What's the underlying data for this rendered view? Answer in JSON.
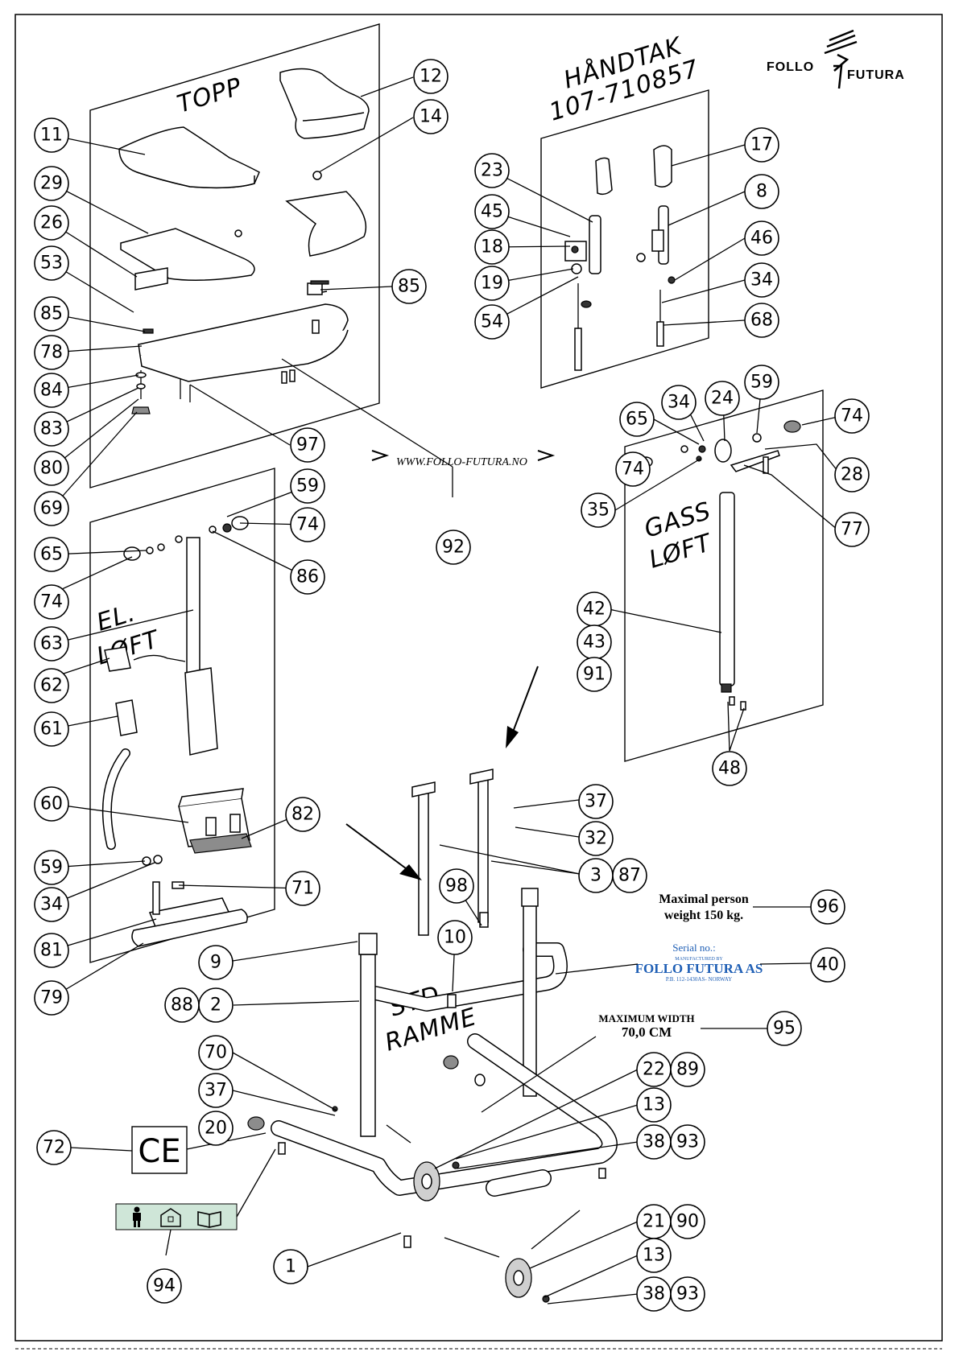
{
  "logo": {
    "left": "FOLLO",
    "right": "FUTURA"
  },
  "website": "WWW.FOLLO-FUTURA.NO",
  "sections": {
    "top": "TOPP",
    "handles_title": "HÅNDTAK",
    "handles_code": "107-710857",
    "gas_1": "GASS",
    "gas_2": "LØFT",
    "el_1": "EL.",
    "el_2": "LØFT",
    "frame_1": "STD.",
    "frame_2": "RAMME"
  },
  "labels": {
    "weight_1": "Maximal person",
    "weight_2": "weight 150 kg.",
    "width_1": "MAXIMUM WIDTH",
    "width_2": "70,0 CM",
    "serial_1": "Serial no.:",
    "serial_2": "MANUFACTURED BY",
    "serial_3": "FOLLO FUTURA AS",
    "serial_4": "P.B. 112-1430AS- NORWAY",
    "ce_mark": "CE"
  },
  "callouts": {
    "c11": "11",
    "c12": "12",
    "c14": "14",
    "c29": "29",
    "c26": "26",
    "c53": "53",
    "c85a": "85",
    "c85b": "85",
    "c78": "78",
    "c84": "84",
    "c83": "83",
    "c80": "80",
    "c69": "69",
    "c97": "97",
    "c23": "23",
    "c45": "45",
    "c18": "18",
    "c19": "19",
    "c54": "54",
    "c17": "17",
    "c8": "8",
    "c46": "46",
    "c34a": "34",
    "c68": "68",
    "c65a": "65",
    "c34b": "34",
    "c24": "24",
    "c59a": "59",
    "c74a": "74",
    "c74b": "74",
    "c28": "28",
    "c35": "35",
    "c77": "77",
    "c42": "42",
    "c43": "43",
    "c91": "91",
    "c48": "48",
    "c92": "92",
    "c59b": "59",
    "c74c": "74",
    "c65b": "65",
    "c86": "86",
    "c74d": "74",
    "c63": "63",
    "c62": "62",
    "c61": "61",
    "c60": "60",
    "c82": "82",
    "c59c": "59",
    "c34c": "34",
    "c71": "71",
    "c81": "81",
    "c79": "79",
    "c37a": "37",
    "c32": "32",
    "c3": "3",
    "c87": "87",
    "c98": "98",
    "c10": "10",
    "c96": "96",
    "c9": "9",
    "c40": "40",
    "c88": "88",
    "c2": "2",
    "c95": "95",
    "c70": "70",
    "c37b": "37",
    "c22": "22",
    "c89": "89",
    "c20": "20",
    "c13a": "13",
    "c38a": "38",
    "c93a": "93",
    "c72": "72",
    "c21": "21",
    "c90": "90",
    "c13b": "13",
    "c38b": "38",
    "c93b": "93",
    "c1": "1",
    "c94": "94"
  }
}
